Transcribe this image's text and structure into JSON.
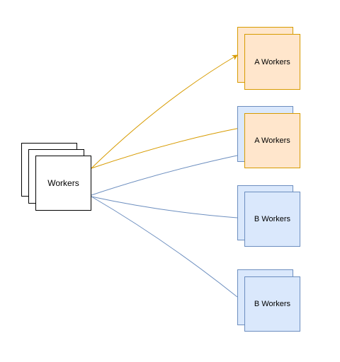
{
  "diagram": {
    "source": {
      "label": "Workers"
    },
    "targets": [
      {
        "label": "A Workers",
        "kind": "A"
      },
      {
        "label": "A Workers",
        "kind": "A"
      },
      {
        "label": "B Workers",
        "kind": "B"
      },
      {
        "label": "B Workers",
        "kind": "B"
      }
    ]
  },
  "colors": {
    "source_fill": "#ffffff",
    "source_stroke": "#000000",
    "a_fill": "#ffe6cc",
    "a_stroke": "#d79b00",
    "b_fill": "#dae8fc",
    "b_stroke": "#6c8ebf"
  }
}
